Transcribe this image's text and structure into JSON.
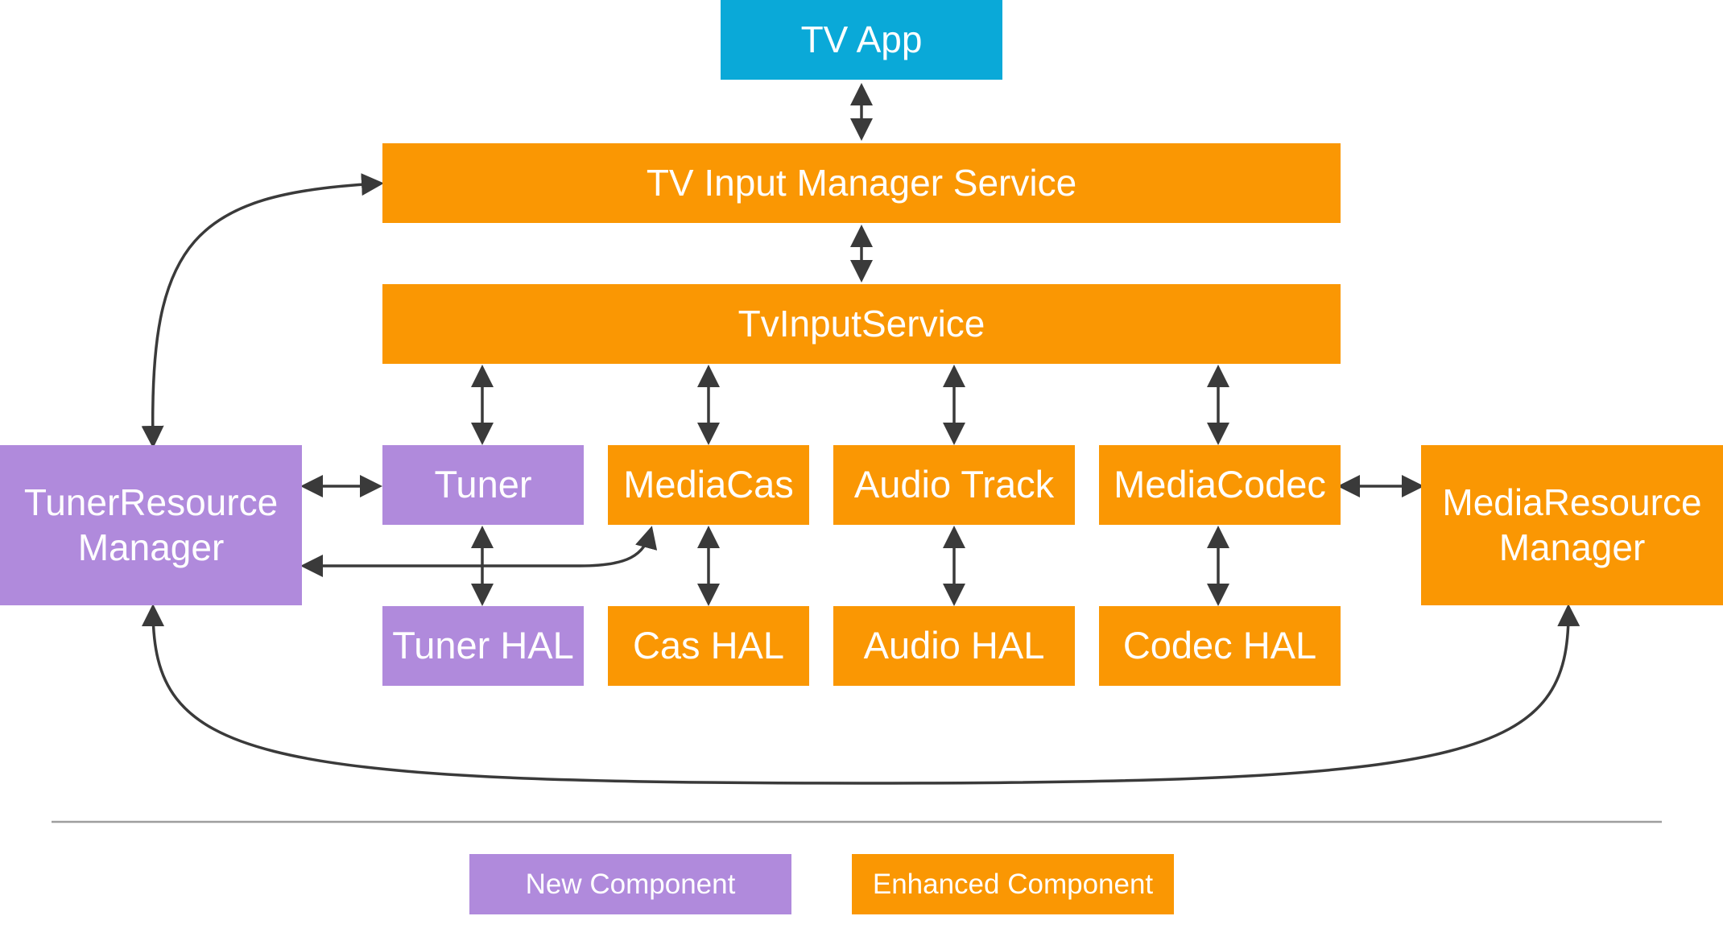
{
  "diagram": {
    "nodes": {
      "tv_app": "TV App",
      "tv_input_manager_service": "TV Input Manager Service",
      "tv_input_service": "TvInputService",
      "tuner_resource_manager": [
        "TunerResource",
        "Manager"
      ],
      "tuner": "Tuner",
      "media_cas": "MediaCas",
      "audio_track": "Audio Track",
      "media_codec": "MediaCodec",
      "media_resource_manager": [
        "MediaResource",
        "Manager"
      ],
      "tuner_hal": "Tuner HAL",
      "cas_hal": "Cas HAL",
      "audio_hal": "Audio HAL",
      "codec_hal": "Codec HAL"
    },
    "legend": {
      "new_component": "New Component",
      "enhanced_component": "Enhanced Component"
    },
    "colors": {
      "tv_app": "#0aa9d8",
      "enhanced": "#fa9703",
      "new": "#b08adc",
      "arrow": "#3a3a3a",
      "divider": "#9e9e9e"
    }
  }
}
